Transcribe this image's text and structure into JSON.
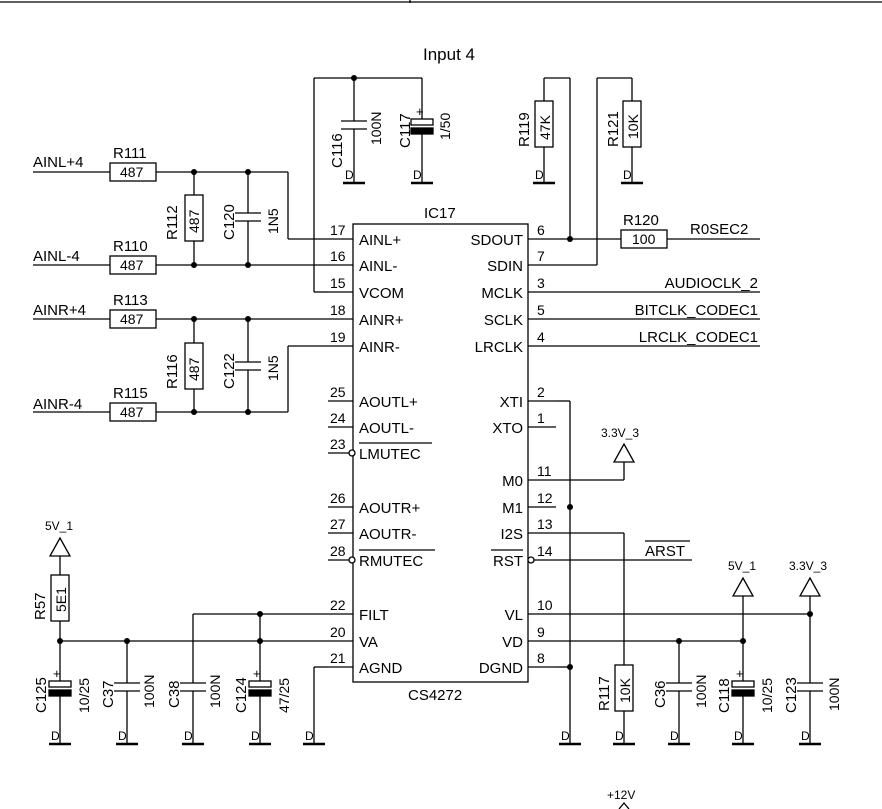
{
  "title": "Input 4",
  "ic": {
    "ref": "IC17",
    "part": "CS4272",
    "left_pins": [
      {
        "num": "17",
        "name": "AINL+"
      },
      {
        "num": "16",
        "name": "AINL-"
      },
      {
        "num": "15",
        "name": "VCOM"
      },
      {
        "num": "18",
        "name": "AINR+"
      },
      {
        "num": "19",
        "name": "AINR-"
      },
      {
        "num": "25",
        "name": "AOUTL+"
      },
      {
        "num": "24",
        "name": "AOUTL-"
      },
      {
        "num": "23",
        "name": "LMUTEC"
      },
      {
        "num": "26",
        "name": "AOUTR+"
      },
      {
        "num": "27",
        "name": "AOUTR-"
      },
      {
        "num": "28",
        "name": "RMUTEC"
      },
      {
        "num": "22",
        "name": "FILT"
      },
      {
        "num": "20",
        "name": "VA"
      },
      {
        "num": "21",
        "name": "AGND"
      }
    ],
    "right_pins": [
      {
        "num": "6",
        "name": "SDOUT"
      },
      {
        "num": "7",
        "name": "SDIN"
      },
      {
        "num": "3",
        "name": "MCLK"
      },
      {
        "num": "5",
        "name": "SCLK"
      },
      {
        "num": "4",
        "name": "LRCLK"
      },
      {
        "num": "2",
        "name": "XTI"
      },
      {
        "num": "1",
        "name": "XTO"
      },
      {
        "num": "11",
        "name": "M0"
      },
      {
        "num": "12",
        "name": "M1"
      },
      {
        "num": "13",
        "name": "I2S"
      },
      {
        "num": "14",
        "name": "RST"
      },
      {
        "num": "10",
        "name": "VL"
      },
      {
        "num": "9",
        "name": "VD"
      },
      {
        "num": "8",
        "name": "DGND"
      }
    ]
  },
  "nets": {
    "ainl_p": "AINL+4",
    "ainl_n": "AINL-4",
    "ainr_p": "AINR+4",
    "ainr_n": "AINR-4",
    "r0sec2": "R0SEC2",
    "audioclk": "AUDIOCLK_2",
    "bitclk": "BITCLK_CODEC1",
    "lrclk": "LRCLK_CODEC1",
    "arst": "ARST"
  },
  "power": {
    "p5v_1": "5V_1",
    "p3v3_3": "3.3V_3",
    "p12v": "+12V",
    "gnd": "D"
  },
  "resistors": {
    "r111": {
      "ref": "R111",
      "value": "487"
    },
    "r110": {
      "ref": "R110",
      "value": "487"
    },
    "r113": {
      "ref": "R113",
      "value": "487"
    },
    "r115": {
      "ref": "R115",
      "value": "487"
    },
    "r112": {
      "ref": "R112",
      "value": "487"
    },
    "r116": {
      "ref": "R116",
      "value": "487"
    },
    "r119": {
      "ref": "R119",
      "value": "47K"
    },
    "r121": {
      "ref": "R121",
      "value": "10K"
    },
    "r120": {
      "ref": "R120",
      "value": "100"
    },
    "r57": {
      "ref": "R57",
      "value": "5E1"
    },
    "r117": {
      "ref": "R117",
      "value": "10K"
    }
  },
  "capacitors": {
    "c116": {
      "ref": "C116",
      "value": "100N"
    },
    "c117": {
      "ref": "C117",
      "value": "1/50",
      "pol": "+"
    },
    "c120": {
      "ref": "C120",
      "value": "1N5"
    },
    "c122": {
      "ref": "C122",
      "value": "1N5"
    },
    "c125": {
      "ref": "C125",
      "value": "10/25",
      "pol": "+"
    },
    "c37": {
      "ref": "C37",
      "value": "100N"
    },
    "c38": {
      "ref": "C38",
      "value": "100N"
    },
    "c124": {
      "ref": "C124",
      "value": "47/25",
      "pol": "+"
    },
    "c36": {
      "ref": "C36",
      "value": "100N"
    },
    "c118": {
      "ref": "C118",
      "value": "10/25",
      "pol": "+"
    },
    "c123": {
      "ref": "C123",
      "value": "100N"
    }
  }
}
